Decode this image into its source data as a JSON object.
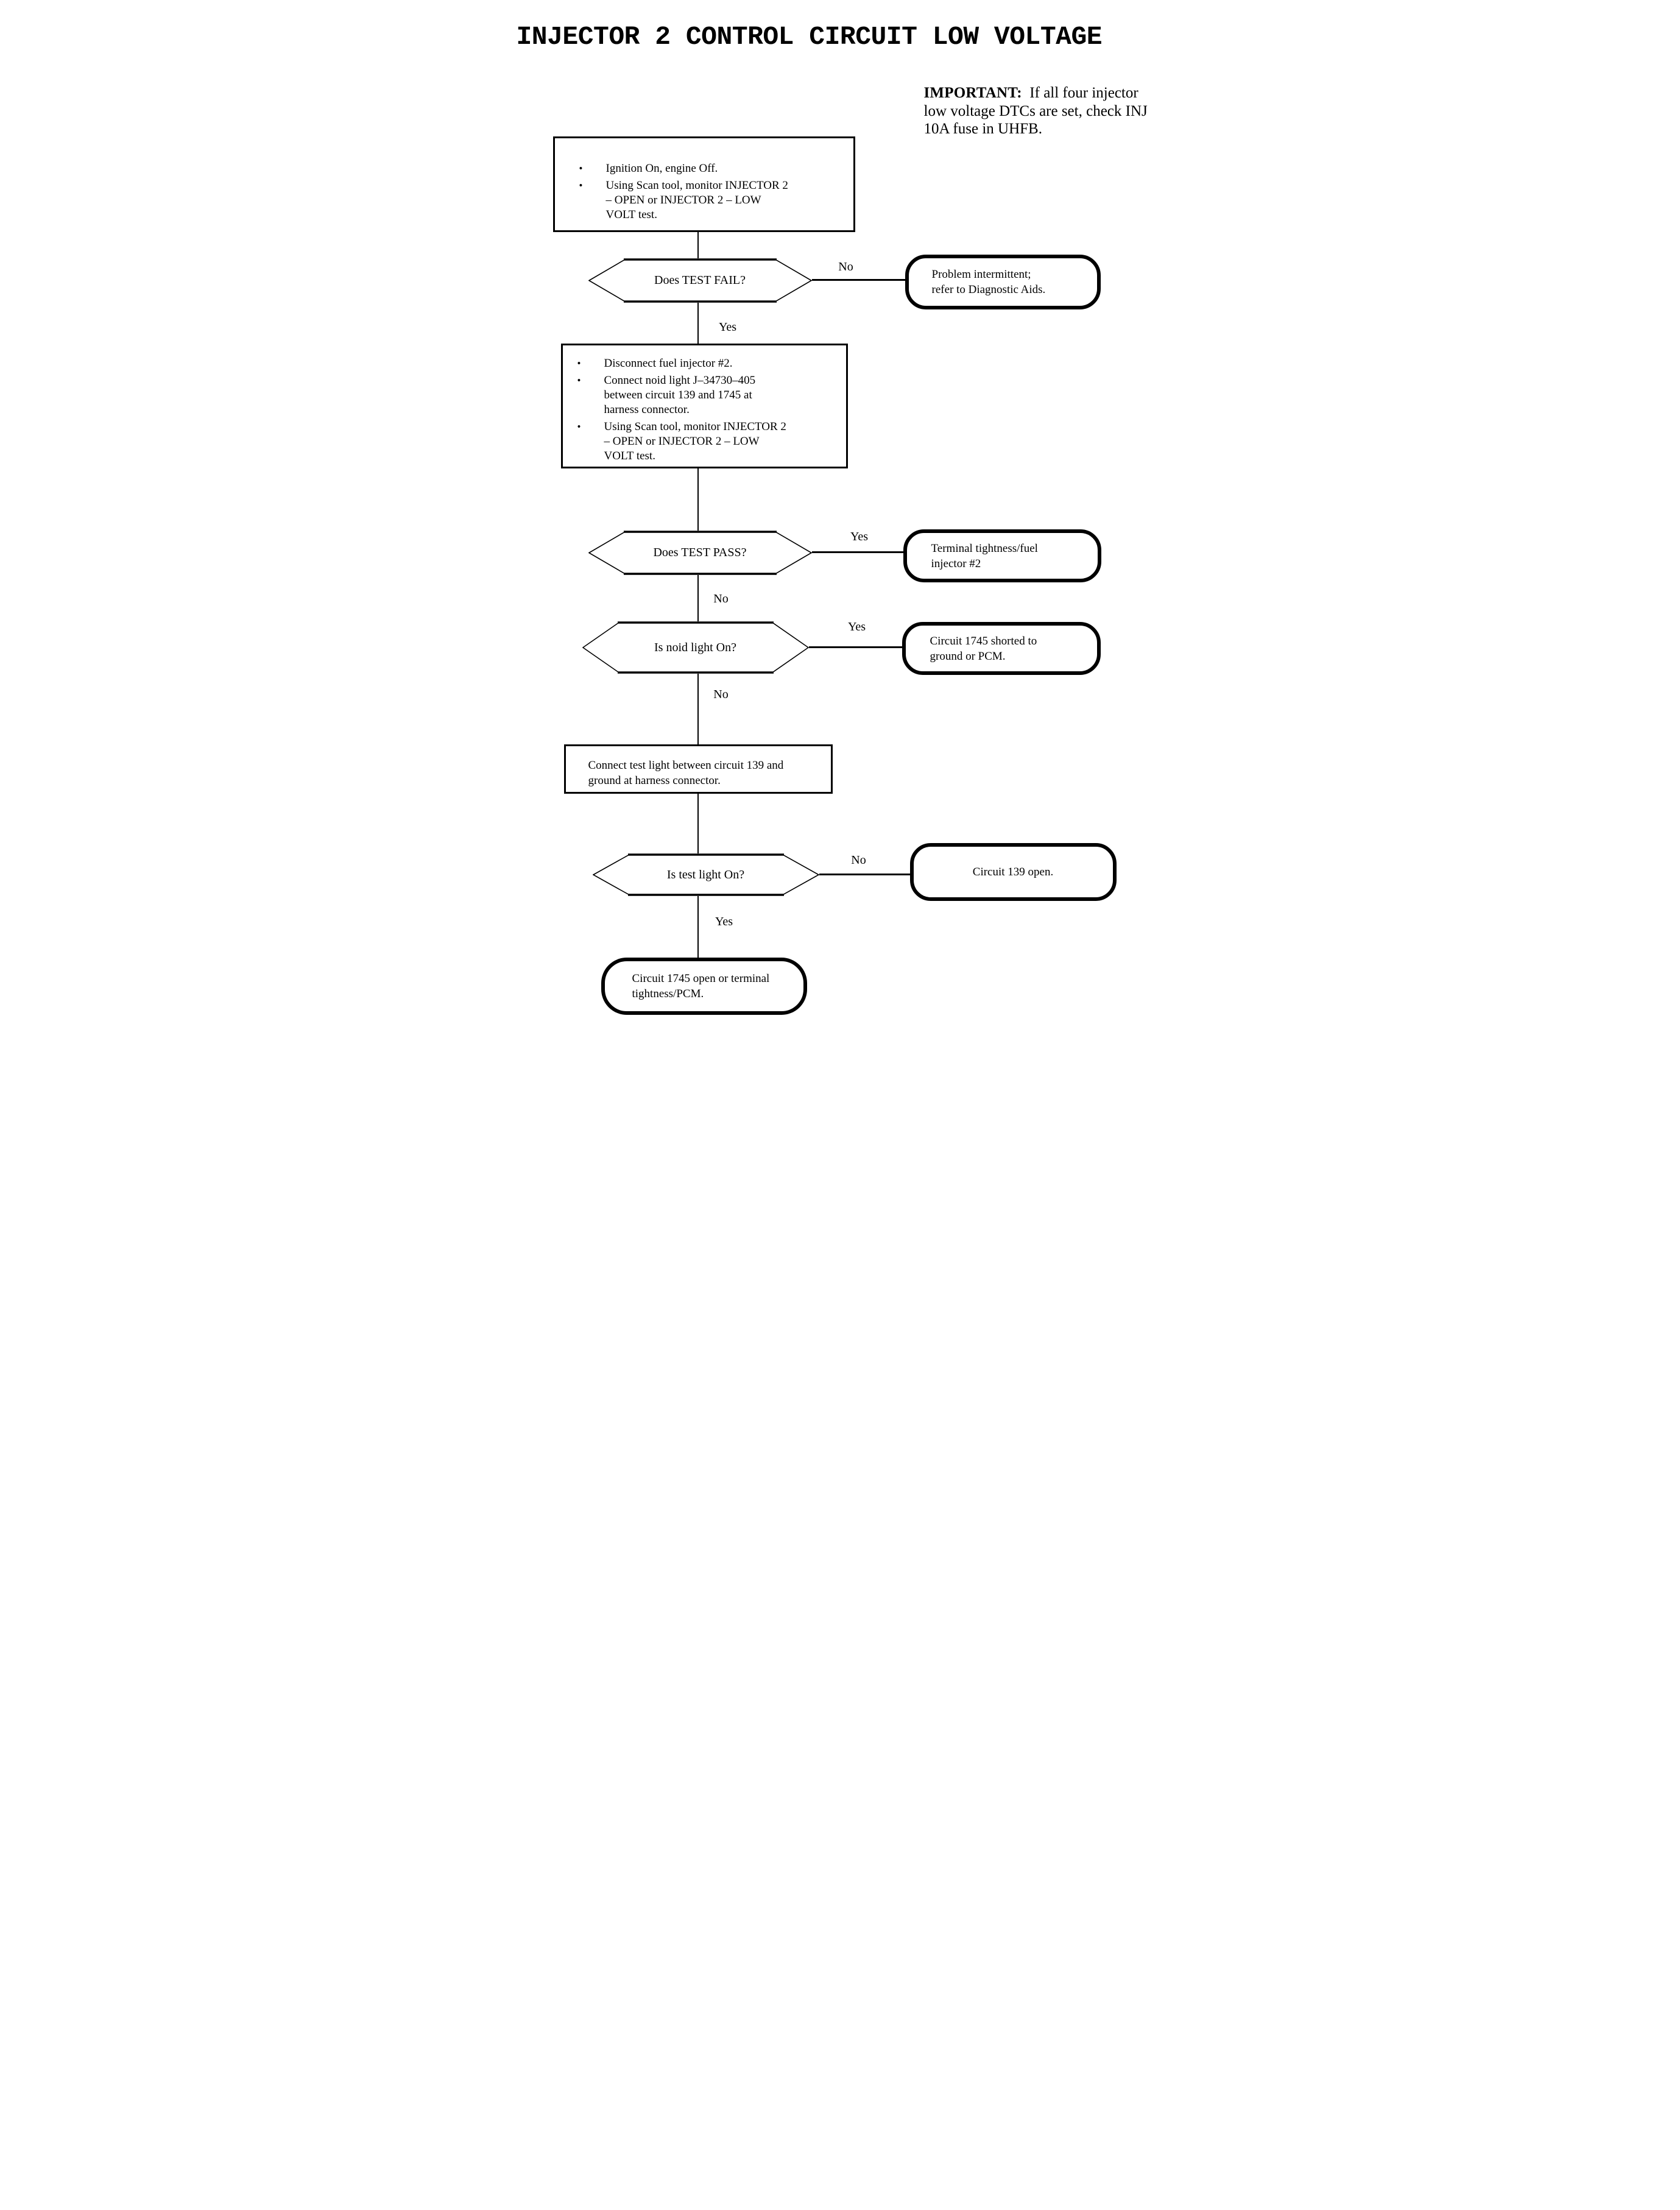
{
  "page": {
    "title": "INJECTOR 2 CONTROL CIRCUIT LOW VOLTAGE",
    "important_label": "IMPORTANT:",
    "important_text": "If all four injector\nlow voltage DTCs are set, check INJ\n10A fuse in UHFB."
  },
  "colors": {
    "ink": "#000000",
    "paper": "#ffffff"
  },
  "glyphs": {
    "bullet": "•"
  },
  "flow": {
    "step1": {
      "items": [
        "Ignition On, engine Off.",
        "Using Scan tool, monitor INJECTOR 2\n– OPEN or INJECTOR 2 – LOW\nVOLT test."
      ]
    },
    "decision1": {
      "question": "Does TEST FAIL?",
      "no": "No",
      "yes": "Yes"
    },
    "result_intermittent": {
      "text": "Problem intermittent;\nrefer to Diagnostic Aids."
    },
    "step2": {
      "items": [
        "Disconnect fuel injector #2.",
        "Connect noid light J–34730–405\nbetween circuit 139 and 1745 at\nharness connector.",
        "Using Scan tool, monitor INJECTOR 2\n– OPEN or INJECTOR 2 – LOW\nVOLT test."
      ]
    },
    "decision2": {
      "question": "Does TEST PASS?",
      "yes": "Yes",
      "no": "No"
    },
    "result_terminal_tightness": {
      "text": "Terminal tightness/fuel\ninjector #2"
    },
    "decision3": {
      "question": "Is noid light On?",
      "yes": "Yes",
      "no": "No"
    },
    "result_1745_shorted": {
      "text": "Circuit 1745 shorted to\nground or PCM."
    },
    "step3": {
      "text": "Connect test light between circuit 139 and\nground at harness connector."
    },
    "decision4": {
      "question": "Is test light On?",
      "no": "No",
      "yes": "Yes"
    },
    "result_139_open": {
      "text": "Circuit 139 open."
    },
    "result_1745_open": {
      "text": "Circuit 1745 open or terminal\ntightness/PCM."
    }
  }
}
